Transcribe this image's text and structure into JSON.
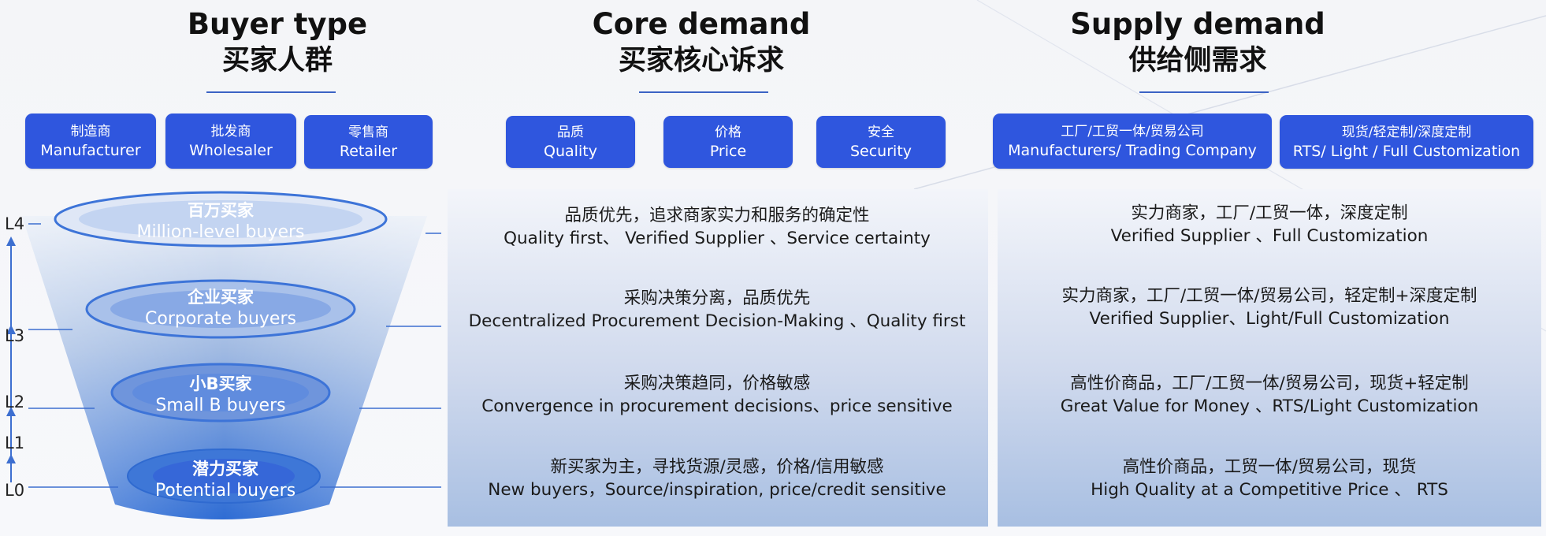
{
  "columns": {
    "buyer": {
      "title_en": "Buyer type",
      "title_zh": "买家人群"
    },
    "core": {
      "title_en": "Core demand",
      "title_zh": "买家核心诉求"
    },
    "supply": {
      "title_en": "Supply demand",
      "title_zh": "供给侧需求"
    }
  },
  "tags": {
    "manufacturer": {
      "zh": "制造商",
      "en": "Manufacturer"
    },
    "wholesaler": {
      "zh": "批发商",
      "en": "Wholesaler"
    },
    "retailer": {
      "zh": "零售商",
      "en": "Retailer"
    },
    "quality": {
      "zh": "品质",
      "en": "Quality"
    },
    "price": {
      "zh": "价格",
      "en": "Price"
    },
    "security": {
      "zh": "安全",
      "en": "Security"
    },
    "factories": {
      "zh": "工厂/工贸一体/贸易公司",
      "en": "Manufacturers/ Trading Company"
    },
    "customization": {
      "zh": "现货/轻定制/深度定制",
      "en": "RTS/  Light / Full Customization"
    }
  },
  "levels": [
    "L4",
    "L3",
    "L2",
    "L1",
    "L0"
  ],
  "funnel": [
    {
      "zh": "百万买家",
      "en": "Million-level buyers"
    },
    {
      "zh": "企业买家",
      "en": "Corporate buyers"
    },
    {
      "zh": "小B买家",
      "en": "Small B buyers"
    },
    {
      "zh": "潜力买家",
      "en": "Potential buyers"
    }
  ],
  "core_rows": [
    {
      "zh": "品质优先，追求商家实力和服务的确定性",
      "en": "Quality first、 Verified Supplier 、Service certainty"
    },
    {
      "zh": "采购决策分离，品质优先",
      "en": "Decentralized Procurement Decision-Making 、Quality first"
    },
    {
      "zh": "采购决策趋同，价格敏感",
      "en": "Convergence in procurement decisions、price sensitive"
    },
    {
      "zh": "新买家为主，寻找货源/灵感，价格/信用敏感",
      "en": "New buyers，Source/inspiration, price/credit sensitive"
    }
  ],
  "supply_rows": [
    {
      "zh": "实力商家，工厂/工贸一体，深度定制",
      "en": "Verified Supplier 、Full Customization"
    },
    {
      "zh": "实力商家，工厂/工贸一体/贸易公司，轻定制+深度定制",
      "en": "Verified Supplier、Light/Full Customization"
    },
    {
      "zh": "高性价商品，工厂/工贸一体/贸易公司，现货+轻定制",
      "en": "Great Value for Money 、RTS/Light Customization"
    },
    {
      "zh": "高性价商品，工贸一体/贸易公司，现货",
      "en": "High Quality at a Competitive Price 、 RTS"
    }
  ],
  "colors": {
    "tag_bg": "#2f56de",
    "funnel_top": "#dde6f4",
    "funnel_bottom": "#2f6fd6",
    "panel_bottom": "#a8bfe2",
    "rule": "#3b63c4"
  }
}
